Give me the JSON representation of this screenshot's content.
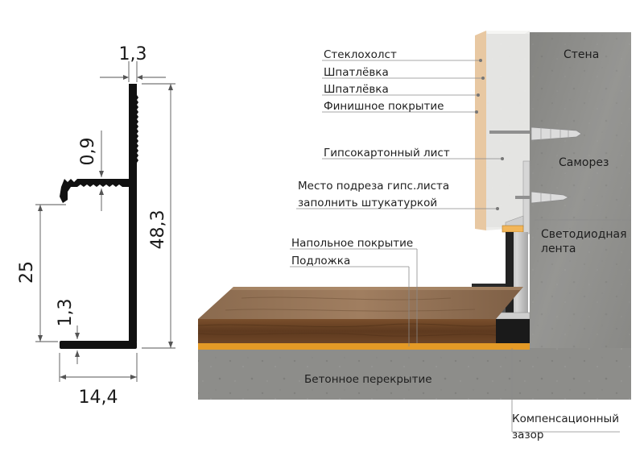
{
  "profile": {
    "dim_top": "1,3",
    "dim_groove": "0,9",
    "dim_height": "48,3",
    "dim_lip": "25",
    "dim_base": "1,3",
    "dim_width": "14,4"
  },
  "labels": {
    "steklokholst": "Стеклохолст",
    "shpatlevka_1": "Шпатлёвка",
    "shpatlevka_2": "Шпатлёвка",
    "finish": "Финишное покрытие",
    "gkl": "Гипсокартонный лист",
    "cut_line1": "Место подреза гипс.листа",
    "cut_line2": "заполнить штукатуркой",
    "floor_cover": "Напольное покрытие",
    "underlay": "Подложка",
    "wall": "Стена",
    "screw": "Саморез",
    "led_line1": "Светодиодная",
    "led_line2": "лента",
    "concrete": "Бетонное перекрытие",
    "gap_line1": "Компенсационный",
    "gap_line2": "зазор"
  },
  "icons": {
    "dowel": "dowel-screw-icon"
  },
  "colors": {
    "profile": "#111111",
    "concrete": "#8f8f8c",
    "wood": "#6e4a2c",
    "underlay": "#e49a26",
    "drywall": "#ececea",
    "plaster": "#e9c9a4",
    "aluminium": "#bdbdbd"
  }
}
